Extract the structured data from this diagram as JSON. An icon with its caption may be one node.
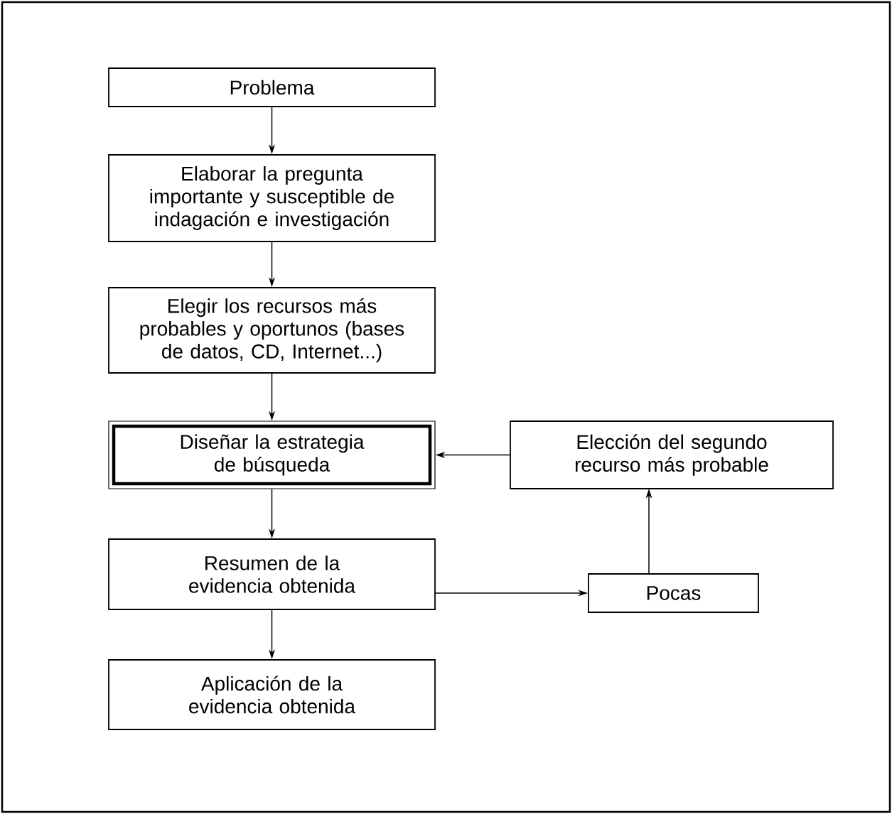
{
  "diagram": {
    "nodes": [
      {
        "text": [
          "Problema"
        ]
      },
      {
        "text": [
          "Elaborar la pregunta importante y susceptible de indagación e investigación"
        ]
      },
      {
        "text": [
          "Elegir los recursos más probables y oportunos (bases de datos, CD, Internet...)"
        ]
      },
      {
        "text": [
          "Diseñar la estrategia de búsqueda"
        ]
      },
      {
        "text": [
          "Elección del segundo recurso más probable"
        ]
      },
      {
        "text": [
          "Resumen de la evidencia obtenida"
        ]
      },
      {
        "text": [
          "Pocas"
        ]
      },
      {
        "text": [
          "Aplicación de la evidencia obtenida"
        ]
      }
    ],
    "edges": [
      {
        "from": 0,
        "to": 1,
        "arrow": "to"
      },
      {
        "from": 1,
        "to": 2,
        "arrow": "to"
      },
      {
        "from": 2,
        "to": 3,
        "arrow": "to"
      },
      {
        "from": 3,
        "to": 5,
        "arrow": "to"
      },
      {
        "from": 5,
        "to": 7,
        "arrow": "to"
      },
      {
        "from": 5,
        "to": 6,
        "arrow": "to"
      },
      {
        "from": 6,
        "to": 4,
        "arrow": "to"
      },
      {
        "from": 4,
        "to": 3,
        "arrow": "to"
      }
    ]
  }
}
